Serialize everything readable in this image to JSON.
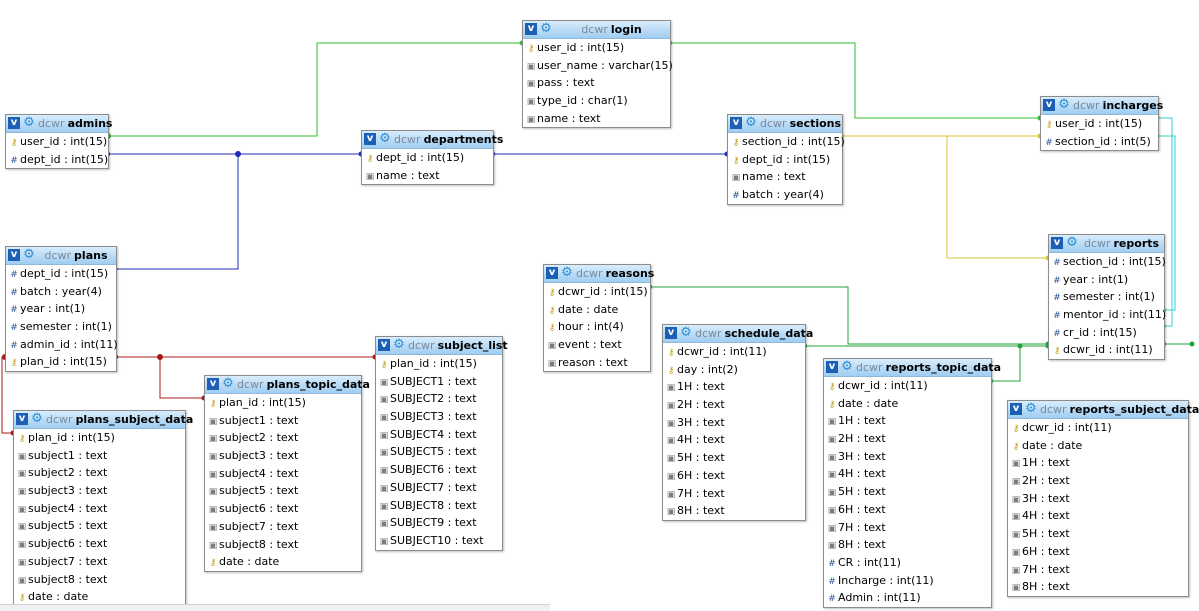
{
  "database": "dcwr",
  "tables": [
    {
      "id": "login",
      "name": "login",
      "columns": [
        {
          "text": "user_id : int(15)",
          "icon": "primary-key-icon"
        },
        {
          "text": "user_name : varchar(15)",
          "icon": "column-icon"
        },
        {
          "text": "pass : text",
          "icon": "column-icon"
        },
        {
          "text": "type_id : char(1)",
          "icon": "column-icon"
        },
        {
          "text": "name : text",
          "icon": "column-icon"
        }
      ]
    },
    {
      "id": "admins",
      "name": "admins",
      "columns": [
        {
          "text": "user_id : int(15)",
          "icon": "primary-key-icon"
        },
        {
          "text": "dept_id : int(15)",
          "icon": "index-icon"
        }
      ]
    },
    {
      "id": "departments",
      "name": "departments",
      "columns": [
        {
          "text": "dept_id : int(15)",
          "icon": "primary-key-icon"
        },
        {
          "text": "name : text",
          "icon": "column-icon"
        }
      ]
    },
    {
      "id": "sections",
      "name": "sections",
      "columns": [
        {
          "text": "section_id : int(15)",
          "icon": "primary-key-icon"
        },
        {
          "text": "dept_id : int(15)",
          "icon": "primary-key-icon"
        },
        {
          "text": "name : text",
          "icon": "column-icon"
        },
        {
          "text": "batch : year(4)",
          "icon": "index-icon"
        }
      ]
    },
    {
      "id": "incharges",
      "name": "incharges",
      "columns": [
        {
          "text": "user_id : int(15)",
          "icon": "primary-key-icon"
        },
        {
          "text": "section_id : int(5)",
          "icon": "index-icon"
        }
      ]
    },
    {
      "id": "plans",
      "name": "plans",
      "columns": [
        {
          "text": "dept_id : int(15)",
          "icon": "index-icon"
        },
        {
          "text": "batch : year(4)",
          "icon": "index-icon"
        },
        {
          "text": "year : int(1)",
          "icon": "index-icon"
        },
        {
          "text": "semester : int(1)",
          "icon": "index-icon"
        },
        {
          "text": "admin_id : int(11)",
          "icon": "index-icon"
        },
        {
          "text": "plan_id : int(15)",
          "icon": "primary-key-icon"
        }
      ]
    },
    {
      "id": "reports",
      "name": "reports",
      "columns": [
        {
          "text": "section_id : int(15)",
          "icon": "index-icon"
        },
        {
          "text": "year : int(1)",
          "icon": "index-icon"
        },
        {
          "text": "semester : int(1)",
          "icon": "index-icon"
        },
        {
          "text": "mentor_id : int(11)",
          "icon": "index-icon"
        },
        {
          "text": "cr_id : int(15)",
          "icon": "index-icon"
        },
        {
          "text": "dcwr_id : int(11)",
          "icon": "primary-key-icon"
        }
      ]
    },
    {
      "id": "reasons",
      "name": "reasons",
      "columns": [
        {
          "text": "dcwr_id : int(15)",
          "icon": "primary-key-icon"
        },
        {
          "text": "date : date",
          "icon": "primary-key-icon"
        },
        {
          "text": "hour : int(4)",
          "icon": "primary-key-icon"
        },
        {
          "text": "event : text",
          "icon": "column-icon"
        },
        {
          "text": "reason : text",
          "icon": "column-icon"
        }
      ]
    },
    {
      "id": "subject_list",
      "name": "subject_list",
      "columns": [
        {
          "text": "plan_id : int(15)",
          "icon": "primary-key-icon"
        },
        {
          "text": "SUBJECT1 : text",
          "icon": "column-icon"
        },
        {
          "text": "SUBJECT2 : text",
          "icon": "column-icon"
        },
        {
          "text": "SUBJECT3 : text",
          "icon": "column-icon"
        },
        {
          "text": "SUBJECT4 : text",
          "icon": "column-icon"
        },
        {
          "text": "SUBJECT5 : text",
          "icon": "column-icon"
        },
        {
          "text": "SUBJECT6 : text",
          "icon": "column-icon"
        },
        {
          "text": "SUBJECT7 : text",
          "icon": "column-icon"
        },
        {
          "text": "SUBJECT8 : text",
          "icon": "column-icon"
        },
        {
          "text": "SUBJECT9 : text",
          "icon": "column-icon"
        },
        {
          "text": "SUBJECT10 : text",
          "icon": "column-icon"
        }
      ]
    },
    {
      "id": "schedule_data",
      "name": "schedule_data",
      "columns": [
        {
          "text": "dcwr_id : int(11)",
          "icon": "primary-key-icon"
        },
        {
          "text": "day : int(2)",
          "icon": "primary-key-icon"
        },
        {
          "text": "1H : text",
          "icon": "column-icon"
        },
        {
          "text": "2H : text",
          "icon": "column-icon"
        },
        {
          "text": "3H : text",
          "icon": "column-icon"
        },
        {
          "text": "4H : text",
          "icon": "column-icon"
        },
        {
          "text": "5H : text",
          "icon": "column-icon"
        },
        {
          "text": "6H : text",
          "icon": "column-icon"
        },
        {
          "text": "7H : text",
          "icon": "column-icon"
        },
        {
          "text": "8H : text",
          "icon": "column-icon"
        }
      ]
    },
    {
      "id": "plans_topic_data",
      "name": "plans_topic_data",
      "columns": [
        {
          "text": "plan_id : int(15)",
          "icon": "primary-key-icon"
        },
        {
          "text": "subject1 : text",
          "icon": "column-icon"
        },
        {
          "text": "subject2 : text",
          "icon": "column-icon"
        },
        {
          "text": "subject3 : text",
          "icon": "column-icon"
        },
        {
          "text": "subject4 : text",
          "icon": "column-icon"
        },
        {
          "text": "subject5 : text",
          "icon": "column-icon"
        },
        {
          "text": "subject6 : text",
          "icon": "column-icon"
        },
        {
          "text": "subject7 : text",
          "icon": "column-icon"
        },
        {
          "text": "subject8 : text",
          "icon": "column-icon"
        },
        {
          "text": "date : date",
          "icon": "primary-key-icon"
        }
      ]
    },
    {
      "id": "plans_subject_data",
      "name": "plans_subject_data",
      "columns": [
        {
          "text": "plan_id : int(15)",
          "icon": "primary-key-icon"
        },
        {
          "text": "subject1 : text",
          "icon": "column-icon"
        },
        {
          "text": "subject2 : text",
          "icon": "column-icon"
        },
        {
          "text": "subject3 : text",
          "icon": "column-icon"
        },
        {
          "text": "subject4 : text",
          "icon": "column-icon"
        },
        {
          "text": "subject5 : text",
          "icon": "column-icon"
        },
        {
          "text": "subject6 : text",
          "icon": "column-icon"
        },
        {
          "text": "subject7 : text",
          "icon": "column-icon"
        },
        {
          "text": "subject8 : text",
          "icon": "column-icon"
        },
        {
          "text": "date : date",
          "icon": "primary-key-icon"
        }
      ]
    },
    {
      "id": "reports_topic_data",
      "name": "reports_topic_data",
      "columns": [
        {
          "text": "dcwr_id : int(11)",
          "icon": "primary-key-icon"
        },
        {
          "text": "date : date",
          "icon": "primary-key-icon"
        },
        {
          "text": "1H : text",
          "icon": "column-icon"
        },
        {
          "text": "2H : text",
          "icon": "column-icon"
        },
        {
          "text": "3H : text",
          "icon": "column-icon"
        },
        {
          "text": "4H : text",
          "icon": "column-icon"
        },
        {
          "text": "5H : text",
          "icon": "column-icon"
        },
        {
          "text": "6H : text",
          "icon": "column-icon"
        },
        {
          "text": "7H : text",
          "icon": "column-icon"
        },
        {
          "text": "8H : text",
          "icon": "column-icon"
        },
        {
          "text": "CR : int(11)",
          "icon": "index-icon"
        },
        {
          "text": "Incharge : int(11)",
          "icon": "index-icon"
        },
        {
          "text": "Admin : int(11)",
          "icon": "index-icon"
        }
      ]
    },
    {
      "id": "reports_subject_data",
      "name": "reports_subject_data",
      "columns": [
        {
          "text": "dcwr_id : int(11)",
          "icon": "primary-key-icon"
        },
        {
          "text": "date : date",
          "icon": "primary-key-icon"
        },
        {
          "text": "1H : text",
          "icon": "column-icon"
        },
        {
          "text": "2H : text",
          "icon": "column-icon"
        },
        {
          "text": "3H : text",
          "icon": "column-icon"
        },
        {
          "text": "4H : text",
          "icon": "column-icon"
        },
        {
          "text": "5H : text",
          "icon": "column-icon"
        },
        {
          "text": "6H : text",
          "icon": "column-icon"
        },
        {
          "text": "7H : text",
          "icon": "column-icon"
        },
        {
          "text": "8H : text",
          "icon": "column-icon"
        }
      ]
    }
  ],
  "relation_colors": {
    "login_admins": "#2ebd2e",
    "login_incharges": "#2ebd2e",
    "departments": "#1c2cb8",
    "sections": "#d9c632",
    "reports_cyan": "#2fd0cf",
    "plans_red": "#a81818",
    "reasons_green": "#1fa53a"
  }
}
